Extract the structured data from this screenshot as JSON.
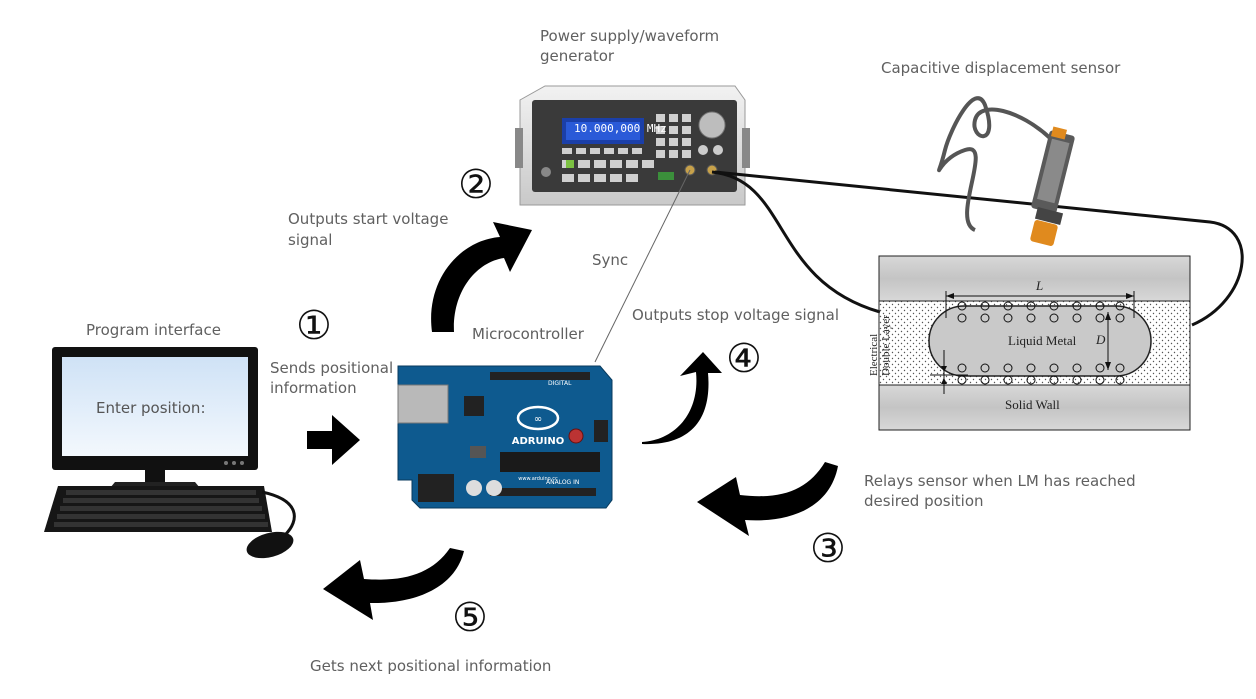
{
  "labels": {
    "program_interface": "Program interface",
    "screen_text": "Enter position:",
    "power_supply_line1": "Power supply/waveform",
    "power_supply_line2": "generator",
    "sensor": "Capacitive displacement sensor",
    "outputs_start_line1": "Outputs start voltage",
    "outputs_start_line2": "signal",
    "sync": "Sync",
    "microcontroller": "Microcontroller",
    "outputs_stop": "Outputs stop voltage signal",
    "sends_line1": "Sends positional",
    "sends_line2": "information",
    "relays_line1": "Relays sensor when LM has reached",
    "relays_line2": "desired position",
    "gets_next": "Gets next positional information",
    "generator_display": "10.000,000 MHz",
    "arduino_brand": "ADRUINO",
    "arduino_digital": "DIGITAL",
    "arduino_analog": "ANALOG IN",
    "arduino_site": "www.arduino.cc"
  },
  "steps": {
    "s1": "①",
    "s2": "②",
    "s3": "③",
    "s4": "④",
    "s5": "⑤"
  },
  "channel": {
    "L": "L",
    "D": "D",
    "liquid_metal": "Liquid Metal",
    "solid_wall": "Solid Wall",
    "edl_line1": "Electrical",
    "edl_line2": "Double Layer"
  }
}
